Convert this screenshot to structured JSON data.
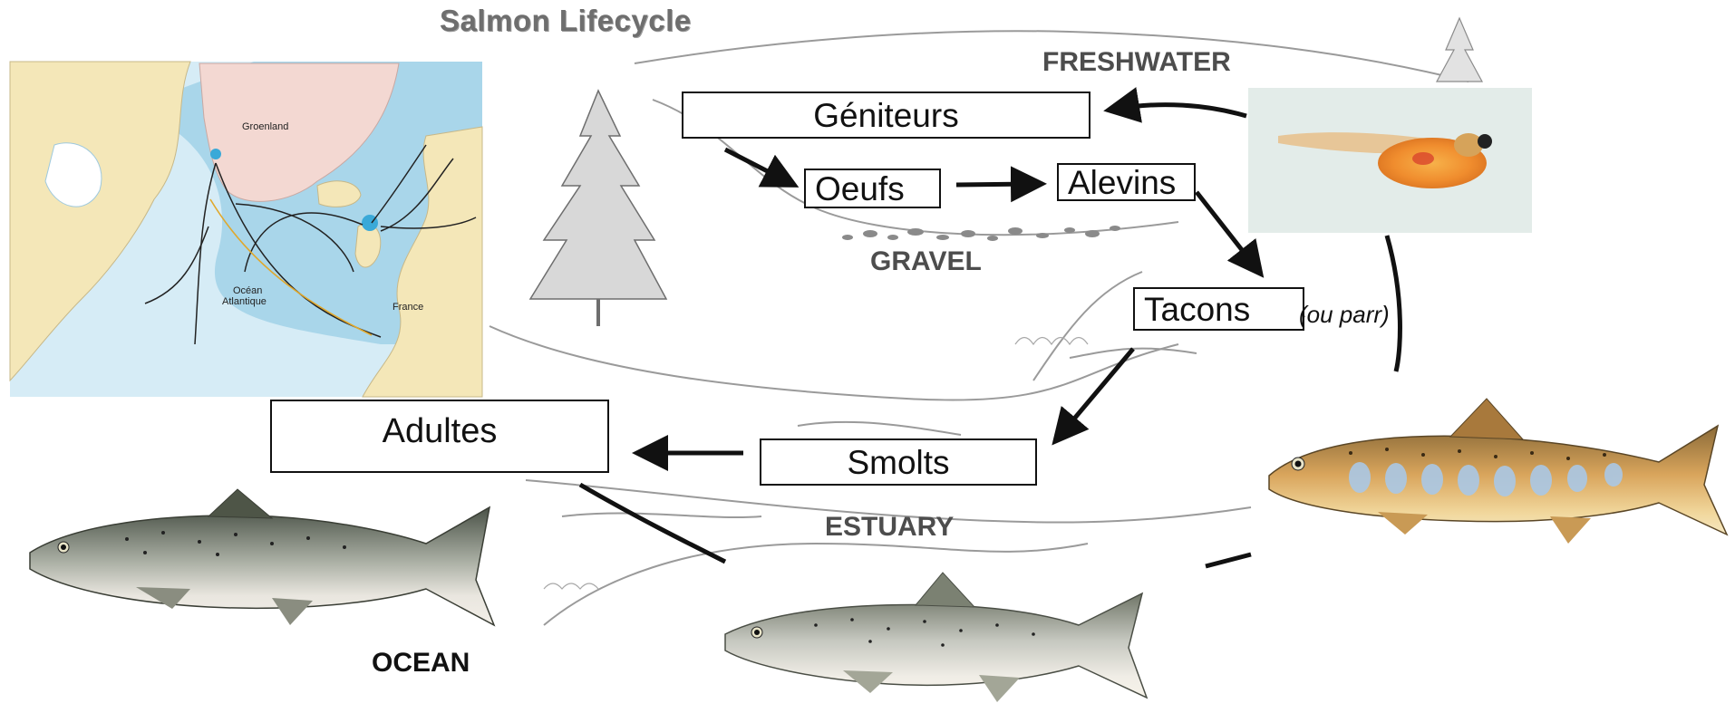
{
  "title": "Salmon Lifecycle",
  "regions": {
    "freshwater": "FRESHWATER",
    "gravel": "GRAVEL",
    "estuary": "ESTUARY",
    "ocean": "OCEAN"
  },
  "stages": {
    "geniteurs": "Géniteurs",
    "oeufs": "Oeufs",
    "alevins": "Alevins",
    "tacons": "Tacons",
    "tacons_note": "(ou parr)",
    "smolts": "Smolts",
    "adultes": "Adultes"
  },
  "map": {
    "greenland": "Groenland",
    "ocean_line1": "Océan",
    "ocean_line2": "Atlantique",
    "france": "France"
  }
}
